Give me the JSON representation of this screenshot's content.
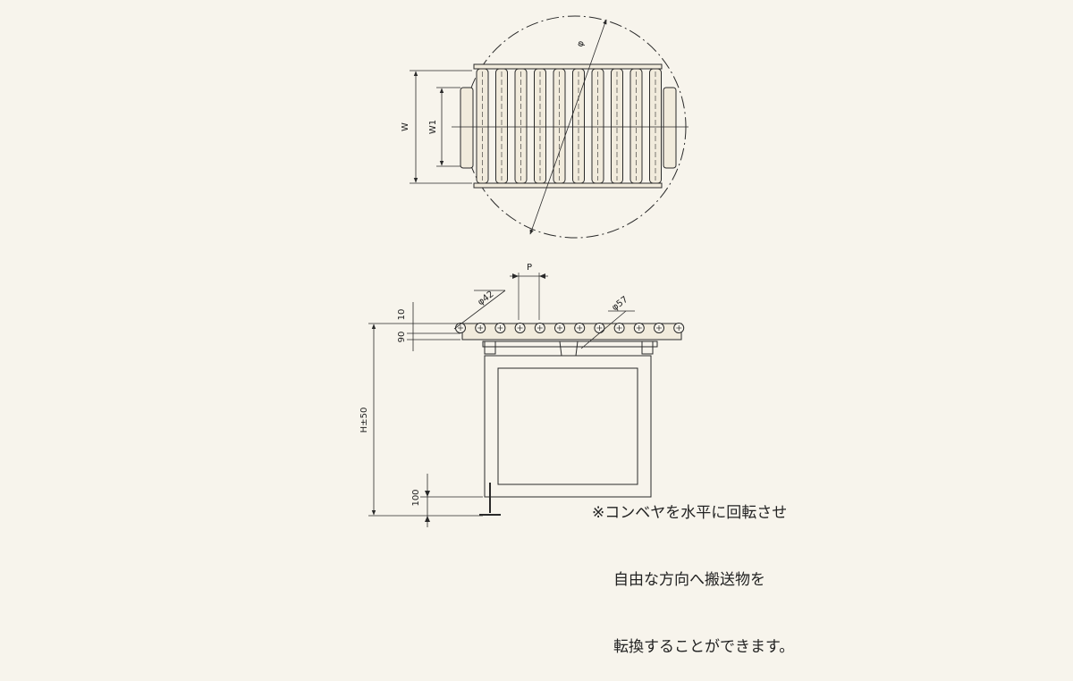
{
  "top_view": {
    "dim_w": "W",
    "dim_w1": "W1",
    "dim_diameter": "φ"
  },
  "front_view": {
    "dim_pitch": "P",
    "dim_roller_dia_small": "φ42",
    "dim_roller_dia_large": "φ57",
    "dim_top": "10",
    "dim_frame": "90",
    "dim_height": "H±50",
    "dim_base": "100"
  },
  "note": {
    "line1": "※コンベヤを水平に回転させ",
    "line2": "自由な方向へ搬送物を",
    "line3": "転換することができます。"
  },
  "colors": {
    "background": "#f7f4ec",
    "line": "#2a2a2a",
    "roller_fill": "#f1ebdc"
  }
}
